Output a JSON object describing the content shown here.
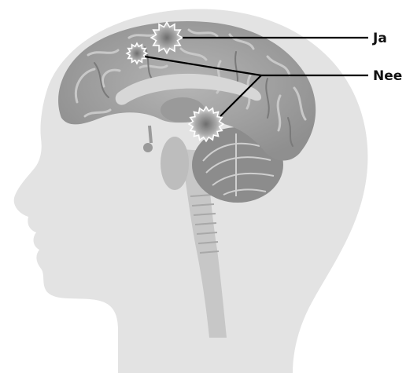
{
  "labels": {
    "yes": "Ja",
    "no": "Nee"
  },
  "colors": {
    "head": "#e3e3e3",
    "brain": "#9e9e9e",
    "brain_dark": "#7d7d7d",
    "brain_light": "#c4c4c4",
    "spot": "#8a8a8a",
    "line": "#000000"
  },
  "icons": {
    "yes_marker": "starburst-large",
    "no_markers": [
      "starburst-small-front",
      "starburst-middle"
    ]
  }
}
